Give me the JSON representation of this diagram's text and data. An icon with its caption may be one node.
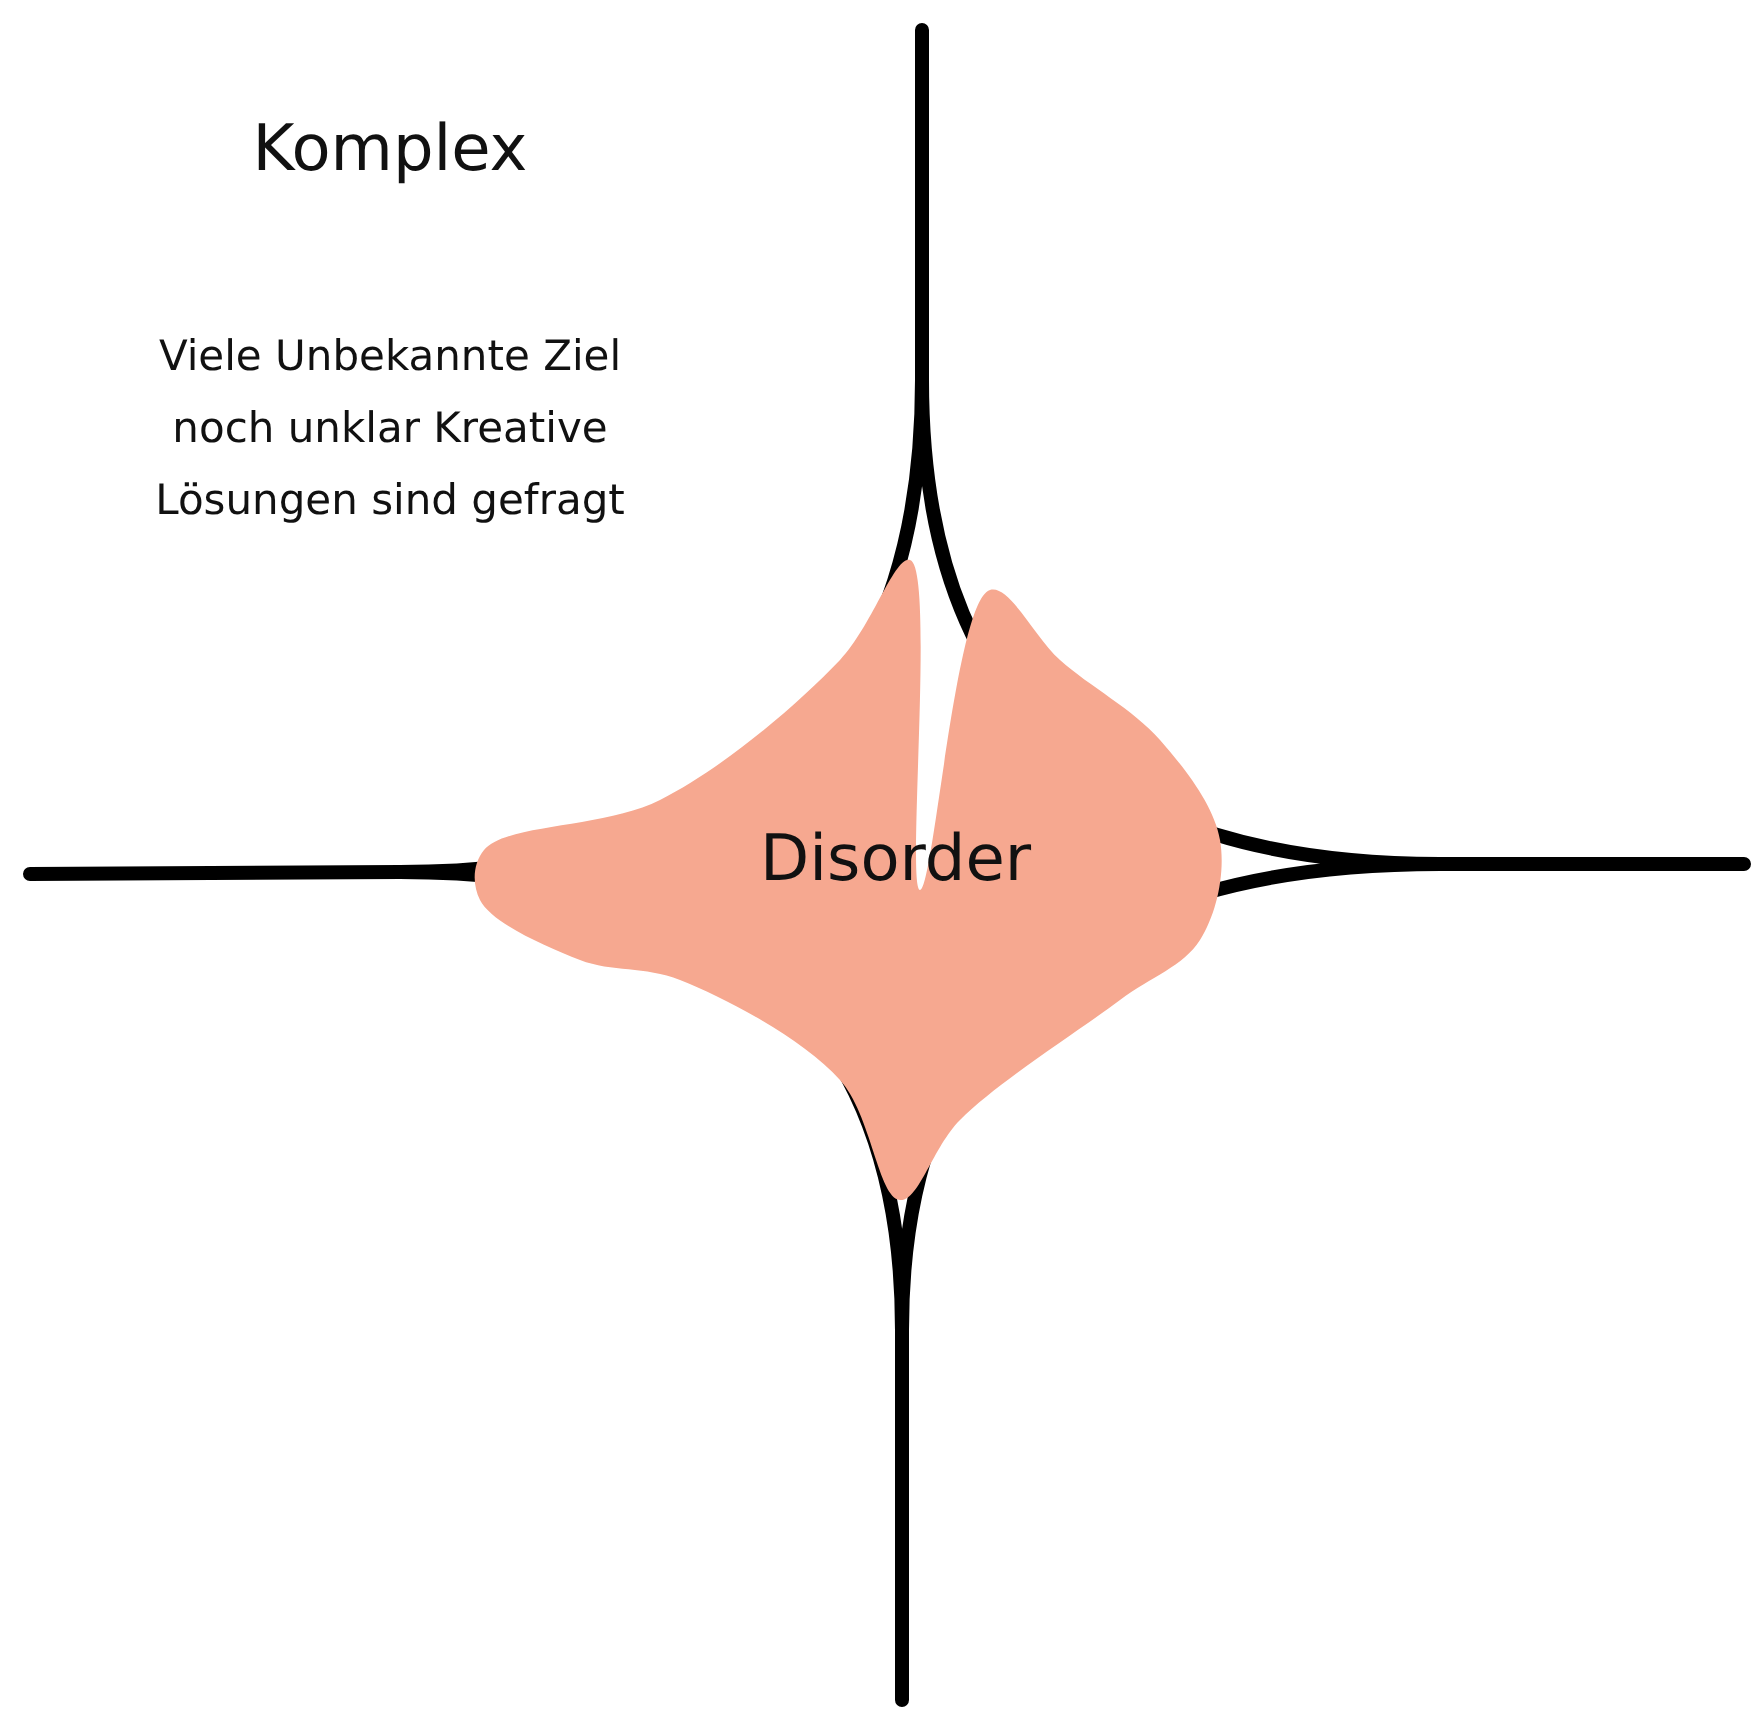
{
  "diagram": {
    "nodes": [
      {
        "text": [
          "Disorder"
        ]
      }
    ],
    "labels": [
      "Komplex",
      "Viele Unbekannte Ziel noch unklar Kreative Lösungen sind gefragt"
    ]
  }
}
